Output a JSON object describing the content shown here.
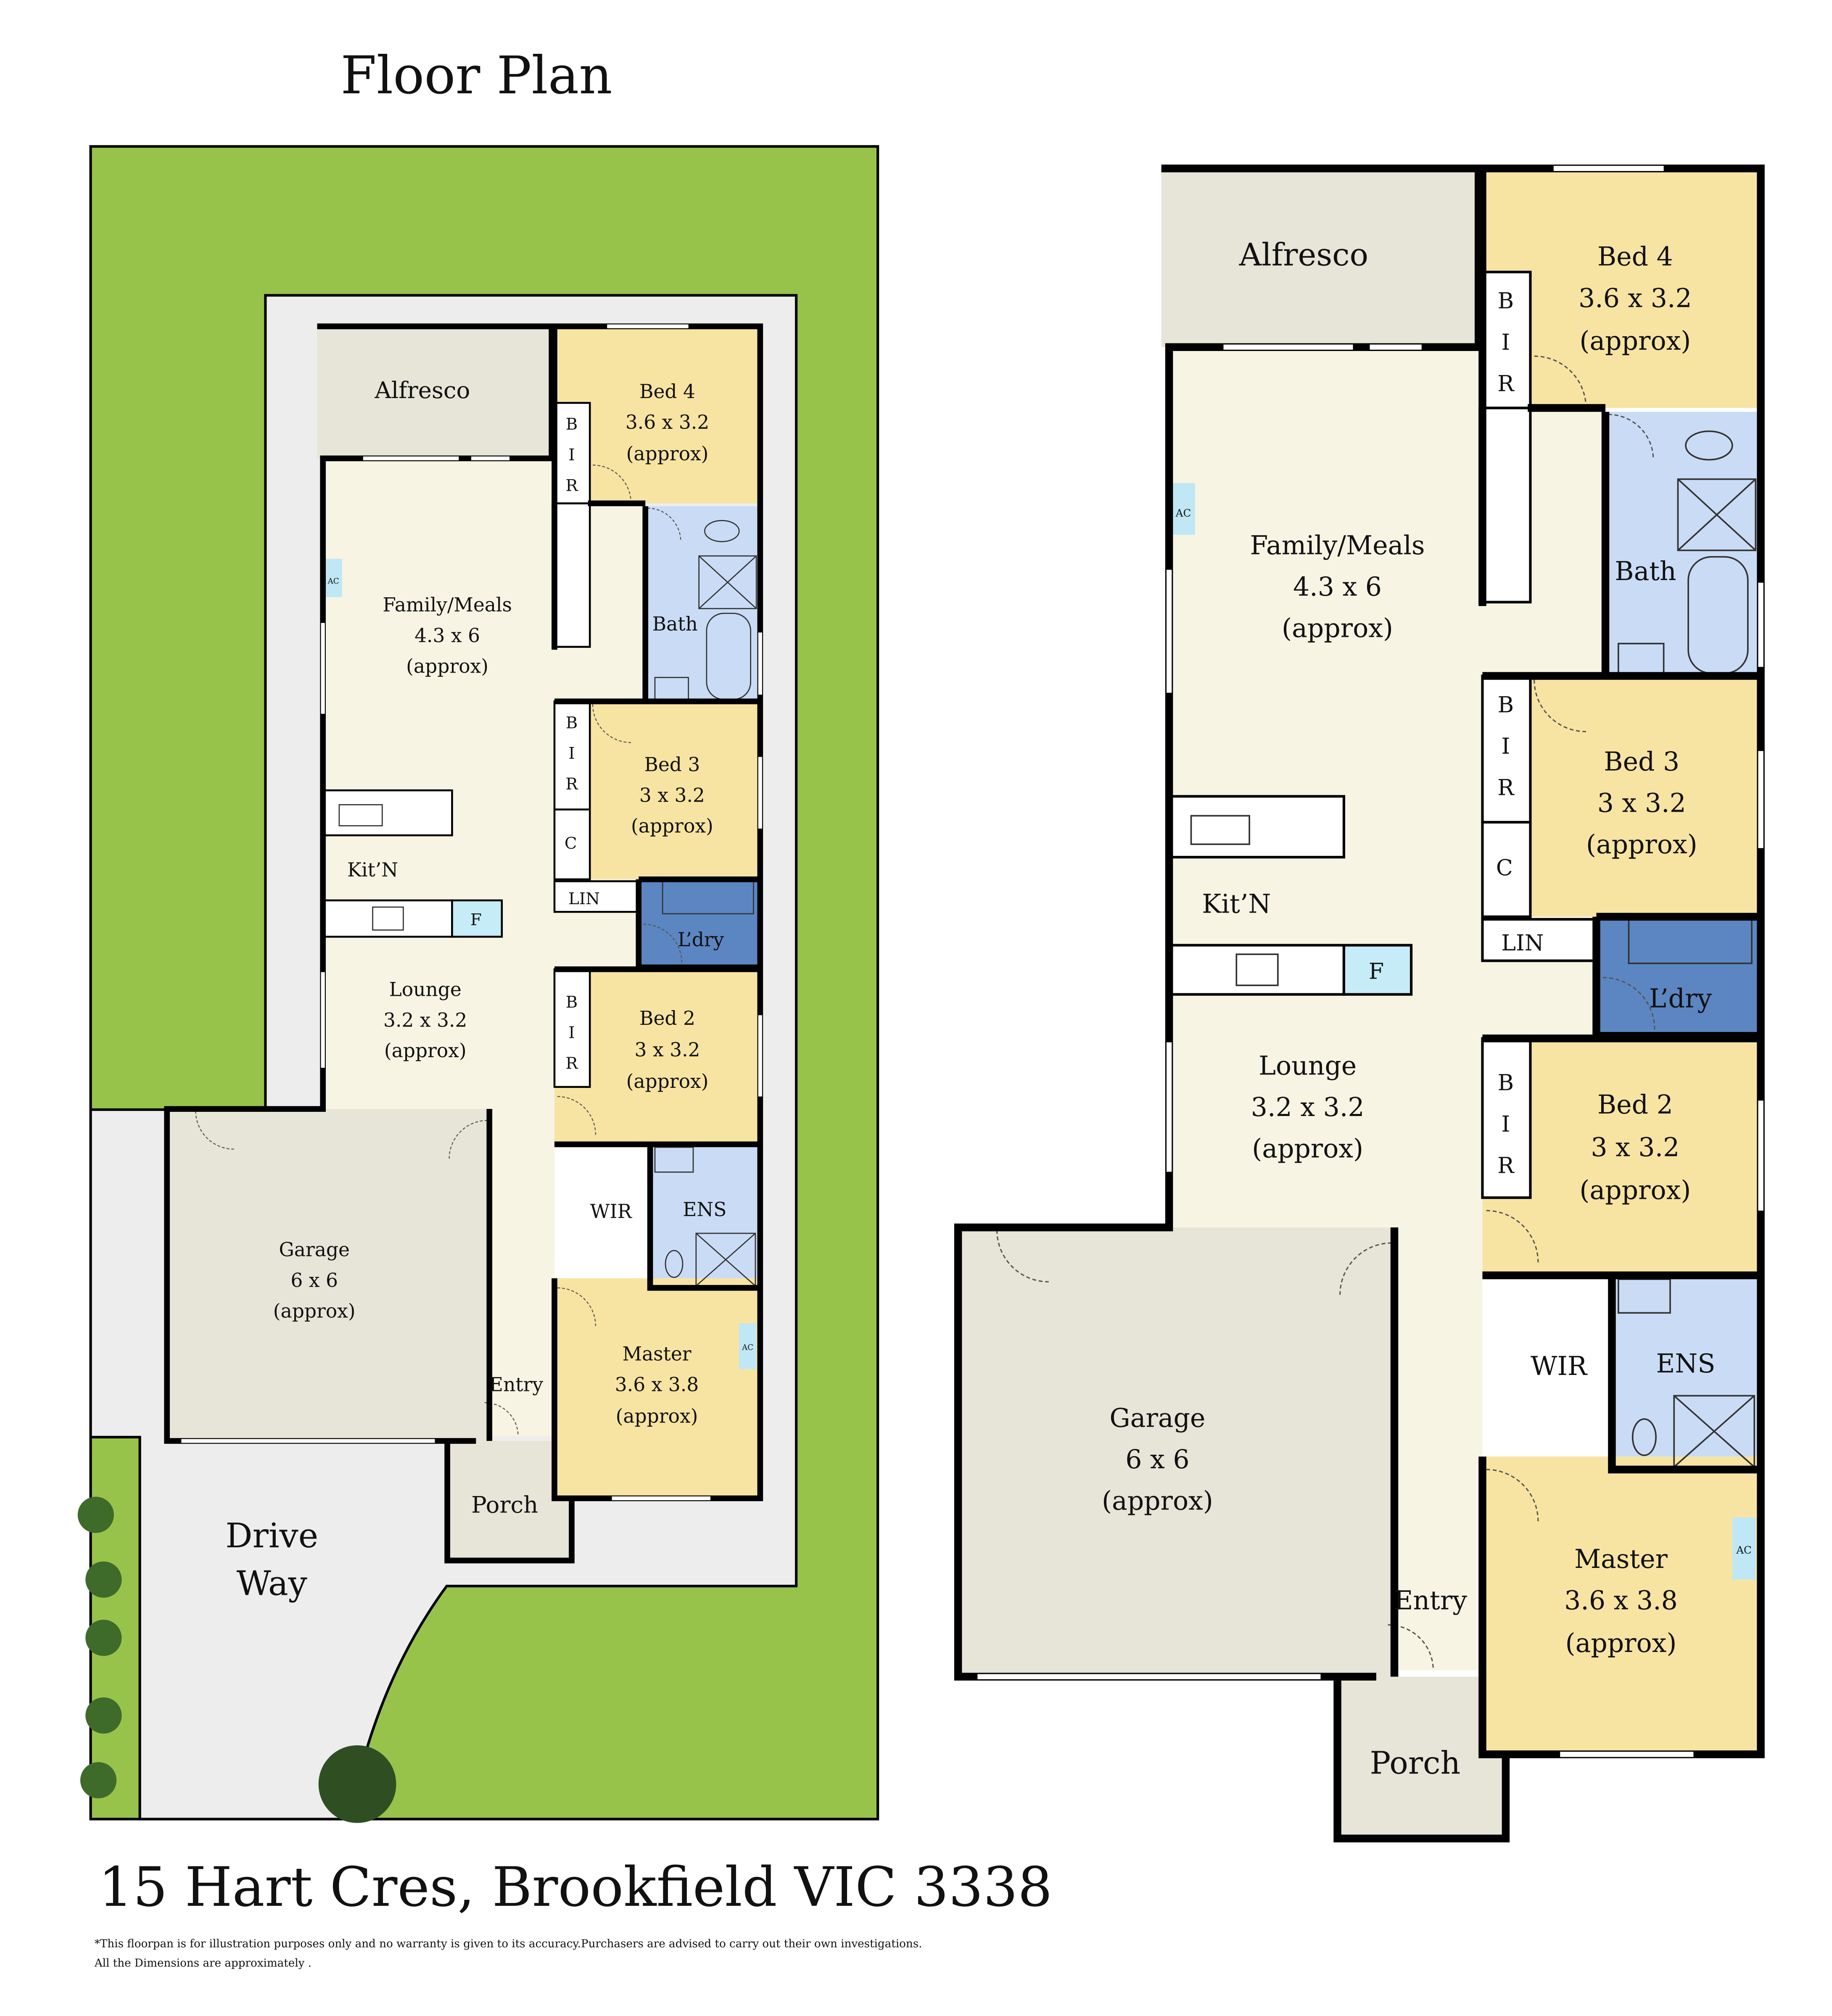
{
  "title": "Floor Plan",
  "address": "15 Hart Cres, Brookfield VIC 3338",
  "disclaimer": {
    "line1": "*This floorpan is for illustration purposes only and no warranty is given to its accuracy.Purchasers are advised to carry out their own investigations.",
    "line2": "All the Dimensions are approximately ."
  },
  "colors": {
    "lawn": "#97c34a",
    "bedroom": "#f8e4a2",
    "living": "#f7f4e4",
    "wet": "#cadcf5",
    "laundry": "#5b86c2",
    "outdoor": "#e7e5d8",
    "paving": "#ededed"
  },
  "site": {
    "driveway_line1": "Drive",
    "driveway_line2": "Way"
  },
  "rooms": {
    "alfresco": {
      "name": "Alfresco"
    },
    "family": {
      "name": "Family/Meals",
      "dims": "4.3 x 6",
      "approx": "(approx)"
    },
    "bed4": {
      "name": "Bed 4",
      "dims": "3.6 x 3.2",
      "approx": "(approx)"
    },
    "bed3": {
      "name": "Bed 3",
      "dims": "3 x 3.2",
      "approx": "(approx)"
    },
    "bed2": {
      "name": "Bed 2",
      "dims": "3 x 3.2",
      "approx": "(approx)"
    },
    "master": {
      "name": "Master",
      "dims": "3.6 x 3.8",
      "approx": "(approx)"
    },
    "lounge": {
      "name": "Lounge",
      "dims": "3.2 x 3.2",
      "approx": "(approx)"
    },
    "garage": {
      "name": "Garage",
      "dims": "6 x 6",
      "approx": "(approx)"
    },
    "bath": {
      "name": "Bath"
    },
    "ens": {
      "name": "ENS"
    },
    "wir": {
      "name": "WIR"
    },
    "laundry": {
      "name": "L’dry"
    },
    "kitchen": {
      "name": "Kit’N"
    },
    "entry": {
      "name": "Entry"
    },
    "porch": {
      "name": "Porch"
    },
    "lin": {
      "name": "LIN"
    },
    "bir": {
      "b": "B",
      "i": "I",
      "r": "R"
    },
    "cupboard": {
      "name": "C"
    },
    "fridge": {
      "name": "F"
    },
    "ac": {
      "name": "AC"
    }
  }
}
